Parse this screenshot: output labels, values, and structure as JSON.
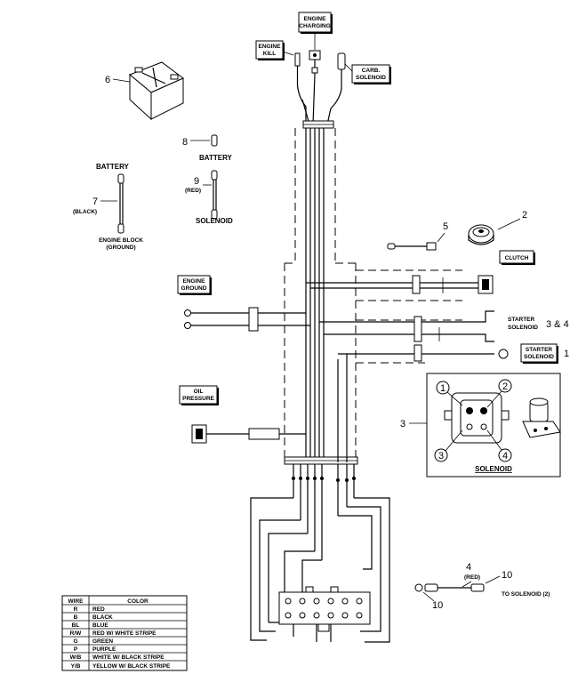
{
  "labels": {
    "engine_charging": [
      "ENGINE",
      "CHARGING"
    ],
    "engine_kill": [
      "ENGINE",
      "KILL"
    ],
    "carb_solenoid": [
      "CARB.",
      "SOLENOID"
    ],
    "battery_top": "BATTERY",
    "black": "(BLACK)",
    "engine_block": [
      "ENGINE BLOCK",
      "(GROUND)"
    ],
    "battery_cable": "BATTERY",
    "red_cable": "(RED)",
    "solenoid_cable": "SOLENOID",
    "clutch": "CLUTCH",
    "engine_ground": [
      "ENGINE",
      "GROUND"
    ],
    "starter_solenoid": [
      "STARTER",
      "SOLENOID"
    ],
    "starter_solenoid_box": [
      "STARTER",
      "SOLENOID"
    ],
    "oil_pressure": [
      "OIL",
      "PRESSURE"
    ],
    "solenoid_detail": "SOLENOID",
    "red_small": "(RED)",
    "to_solenoid": "TO SOLENOID (2)"
  },
  "callouts": {
    "n6": "6",
    "n8": "8",
    "n9": "9",
    "n7": "7",
    "n5": "5",
    "n2": "2",
    "n34": "3 & 4",
    "n1": "1",
    "n3": "3",
    "n4": "4",
    "n10a": "10",
    "n10b": "10",
    "c1": "1",
    "c2": "2",
    "c3": "3",
    "c4": "4"
  },
  "legend": {
    "header_wire": "WIRE",
    "header_color": "COLOR",
    "rows": [
      {
        "code": "R",
        "color": "RED"
      },
      {
        "code": "B",
        "color": "BLACK"
      },
      {
        "code": "BL",
        "color": "BLUE"
      },
      {
        "code": "R/W",
        "color": "RED W/ WHITE STRIPE"
      },
      {
        "code": "G",
        "color": "GREEN"
      },
      {
        "code": "P",
        "color": "PURPLE"
      },
      {
        "code": "W/B",
        "color": "WHITE W/ BLACK STRIPE"
      },
      {
        "code": "Y/B",
        "color": "YELLOW W/ BLACK STRIPE"
      }
    ]
  }
}
